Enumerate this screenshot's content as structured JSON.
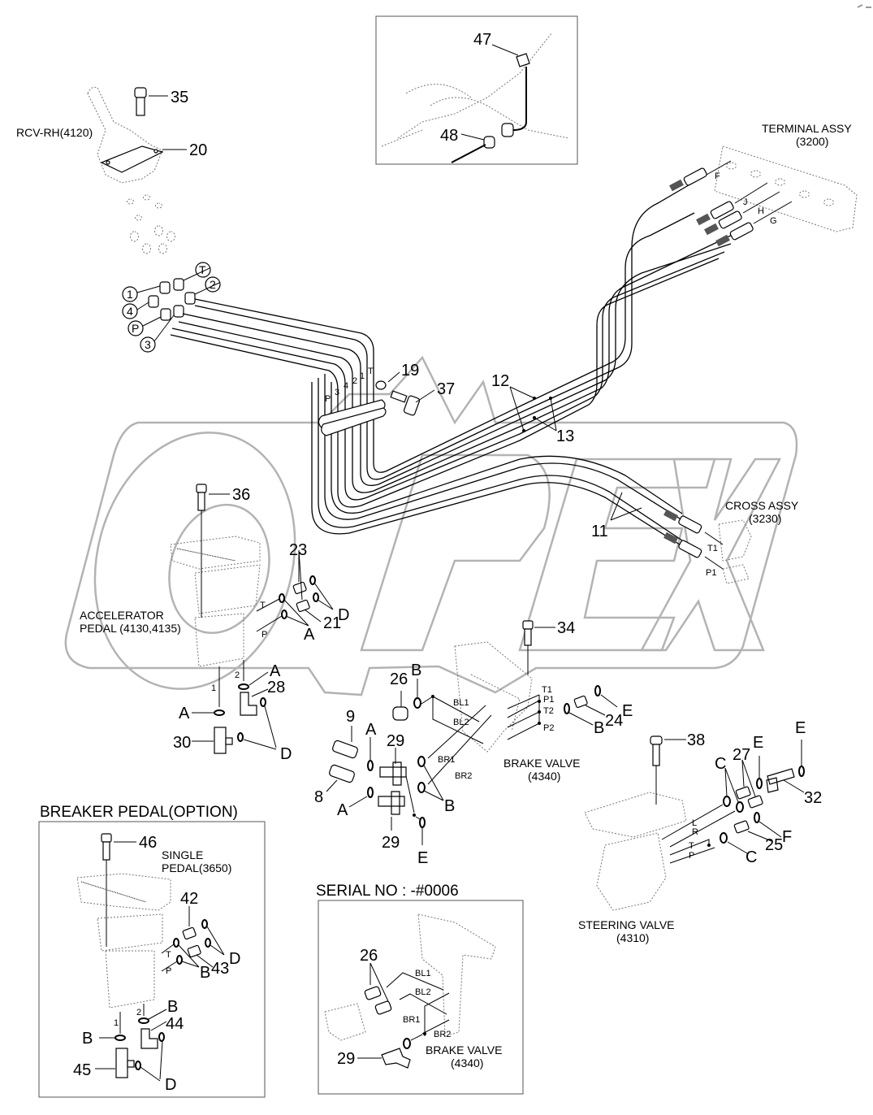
{
  "diagram": {
    "title": "Hydraulic piping – RCV, pedals, brake & steering valve",
    "watermark": "OPEX",
    "colors": {
      "line": "#000000",
      "ghost": "#777777",
      "watermark": "#b3b3b3",
      "background": "#ffffff"
    },
    "assemblies": {
      "rcv": "RCV-RH(4120)",
      "terminal_line1": "TERMINAL ASSY",
      "terminal_line2": "(3200)",
      "cross_line1": "CROSS ASSY",
      "cross_line2": "(3230)",
      "accel_line1": "ACCELERATOR",
      "accel_line2": "PEDAL (4130,4135)",
      "brake_line1": "BRAKE VALVE",
      "brake_line2": "(4340)",
      "steering_line1": "STEERING VALVE",
      "steering_line2": "(4310)",
      "single_line1": "SINGLE",
      "single_line2": "PEDAL(3650)",
      "brake2_line1": "BRAKE VALVE",
      "brake2_line2": "(4340)"
    },
    "insets": {
      "breaker_title": "BREAKER PEDAL(OPTION)",
      "serial_title": "SERIAL NO : -#0006"
    },
    "rcv_ports": [
      "T",
      "2",
      "1",
      "4",
      "P",
      "3"
    ],
    "tube_labels": [
      "P",
      "3",
      "4",
      "2",
      "1",
      "T"
    ],
    "terminal_ports": [
      "F",
      "J",
      "H",
      "G"
    ],
    "cross_ports": [
      "T1",
      "P1"
    ],
    "accel_ports": {
      "t": "T",
      "p": "P",
      "one": "1",
      "two": "2"
    },
    "brake_ports": {
      "bl1": "BL1",
      "bl2": "BL2",
      "br1": "BR1",
      "br2": "BR2",
      "t1": "T1",
      "p1": "P1",
      "t2": "T2",
      "p2": "P2"
    },
    "steering_ports": {
      "l": "L",
      "r": "R",
      "t": "T",
      "p": "P"
    },
    "breaker_ports": {
      "t": "T",
      "p": "P",
      "one": "1",
      "two": "2"
    },
    "serial_ports": {
      "bl1": "BL1",
      "bl2": "BL2",
      "br1": "BR1",
      "br2": "BR2"
    },
    "callouts": {
      "c47": "47",
      "c48": "48",
      "c35": "35",
      "c20": "20",
      "c19": "19",
      "c37": "37",
      "c12": "12",
      "c13": "13",
      "c11": "11",
      "c36": "36",
      "c23": "23",
      "c21": "21",
      "c28": "28",
      "c30": "30",
      "c34": "34",
      "c26": "26",
      "c24": "24",
      "c9": "9",
      "c8": "8",
      "c29a": "29",
      "c29b": "29",
      "c38": "38",
      "c27": "27",
      "c32": "32",
      "c25": "25",
      "c46": "46",
      "c42": "42",
      "c43": "43",
      "c44": "44",
      "c45": "45",
      "c26s": "26",
      "c29s": "29"
    },
    "seal_letters": {
      "accel_A1": "A",
      "accel_D1": "D",
      "accel_A2": "A",
      "accel_A3": "A",
      "accel_D2": "D",
      "brake_B1": "B",
      "brake_B2": "B",
      "brake_B3": "B",
      "brake_E1": "E",
      "brake_E2": "E",
      "sw_A1": "A",
      "sw_A2": "A",
      "steer_C1": "C",
      "steer_C2": "C",
      "steer_E1": "E",
      "steer_E2": "E",
      "steer_F": "F",
      "brk_B1": "B",
      "brk_D1": "D",
      "brk_B2": "B",
      "brk_B3": "B",
      "brk_D2": "D"
    }
  }
}
